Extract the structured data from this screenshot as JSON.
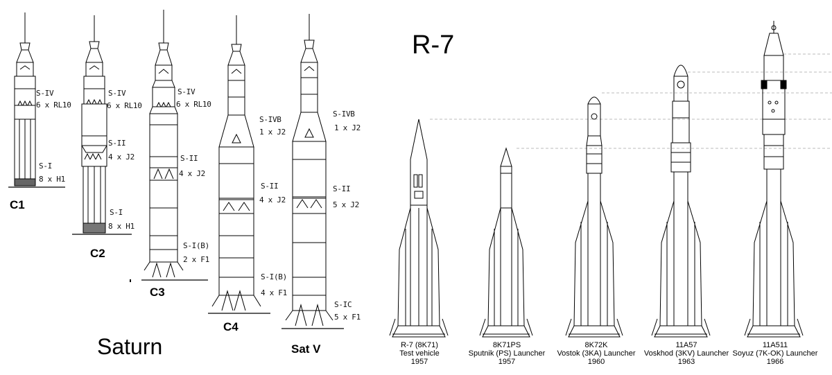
{
  "saturn": {
    "title": "Saturn",
    "rockets": [
      {
        "name": "C1",
        "stages": [
          {
            "name": "S-IV",
            "engines": "6 x RL10"
          },
          {
            "name": "S-I",
            "engines": "8 x H1"
          }
        ]
      },
      {
        "name": "C2",
        "stages": [
          {
            "name": "S-IV",
            "engines": "6 x RL10"
          },
          {
            "name": "S-II",
            "engines": "4 x J2"
          },
          {
            "name": "S-I",
            "engines": "8 x H1"
          }
        ]
      },
      {
        "name": "C3",
        "stages": [
          {
            "name": "S-IV",
            "engines": "6 x RL10"
          },
          {
            "name": "S-II",
            "engines": "4 x J2"
          },
          {
            "name": "S-I(B)",
            "engines": "2 x F1"
          }
        ]
      },
      {
        "name": "C4",
        "stages": [
          {
            "name": "S-IVB",
            "engines": "1 x J2"
          },
          {
            "name": "S-II",
            "engines": "4 x J2"
          },
          {
            "name": "S-I(B)",
            "engines": "4 x F1"
          }
        ]
      },
      {
        "name": "Sat V",
        "stages": [
          {
            "name": "S-IVB",
            "engines": "1 x J2"
          },
          {
            "name": "S-II",
            "engines": "5 x J2"
          },
          {
            "name": "S-IC",
            "engines": "5 x F1"
          }
        ]
      }
    ]
  },
  "r7": {
    "title": "R-7",
    "vehicles": [
      {
        "designation": "R-7 (8K71)",
        "role": "Test vehicle",
        "year": "1957"
      },
      {
        "designation": "8K71PS",
        "role": "Sputnik (PS) Launcher",
        "year": "1957"
      },
      {
        "designation": "8K72K",
        "role": "Vostok (3KA) Launcher",
        "year": "1960"
      },
      {
        "designation": "11A57",
        "role": "Voskhod (3KV) Launcher",
        "year": "1963"
      },
      {
        "designation": "11A511",
        "role": "Soyuz (7K-OK) Launcher",
        "year": "1966"
      }
    ]
  }
}
